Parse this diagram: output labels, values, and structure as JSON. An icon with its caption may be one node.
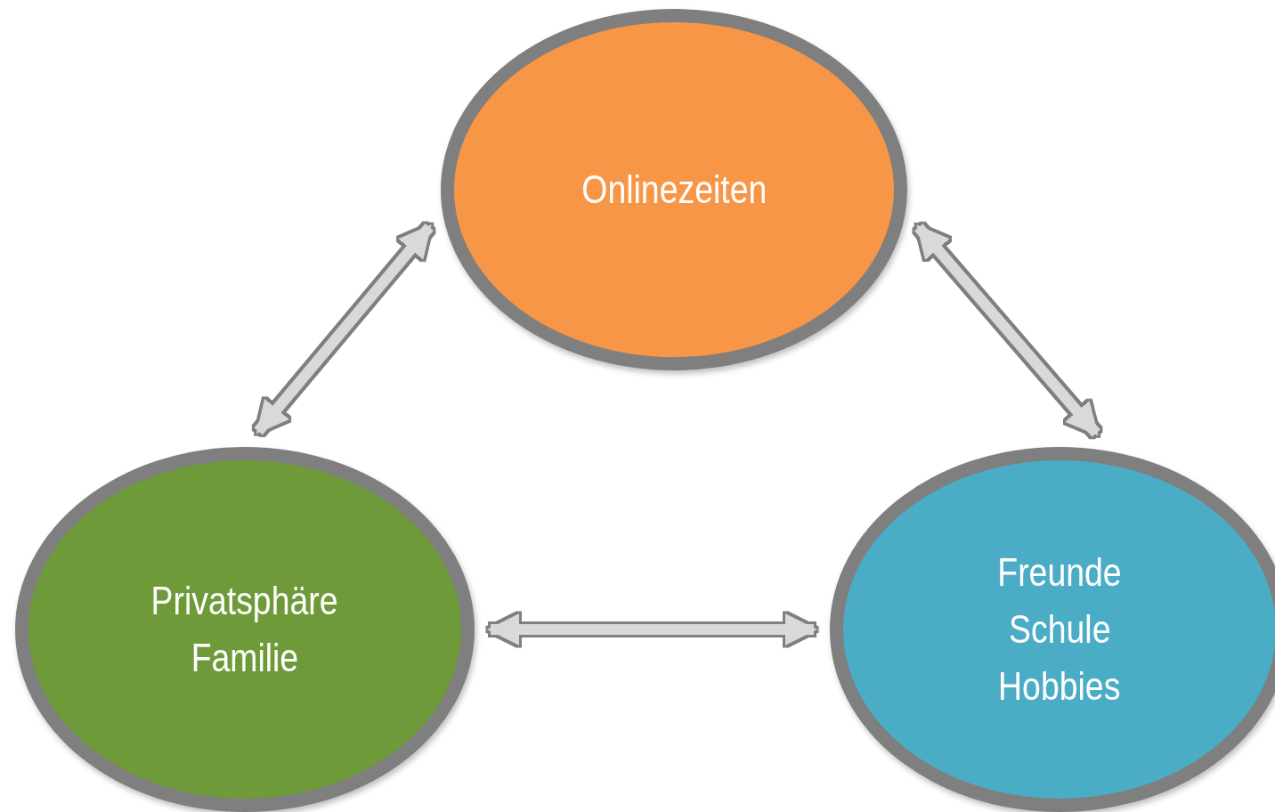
{
  "diagram": {
    "nodes": [
      {
        "text": [
          "Onlinezeiten"
        ]
      },
      {
        "text": [
          "Privatsphäre",
          "Familie"
        ]
      },
      {
        "text": [
          "Freunde",
          "Schule",
          "Hobbies"
        ]
      }
    ],
    "edges": [
      {
        "from": 1,
        "to": 0,
        "arrow": "both"
      },
      {
        "from": 0,
        "to": 2,
        "arrow": "both"
      },
      {
        "from": 1,
        "to": 2,
        "arrow": "both"
      }
    ]
  }
}
